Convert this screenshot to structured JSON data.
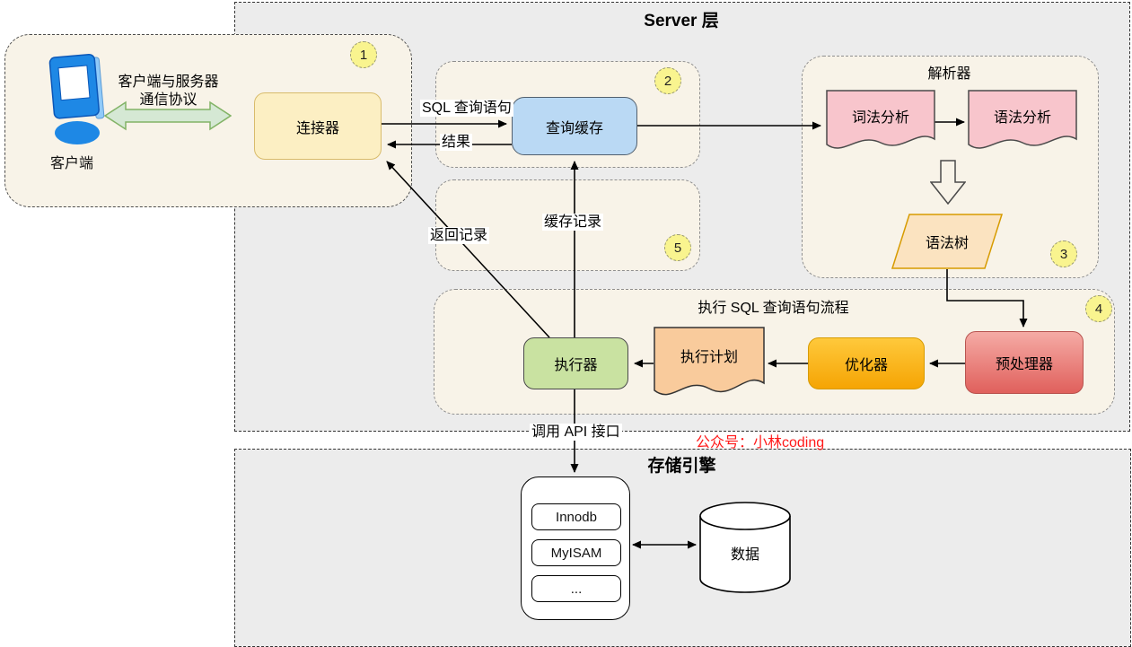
{
  "server": {
    "title": "Server 层"
  },
  "client_area": {
    "client_label": "客户端",
    "protocol_line1": "客户端与服务器",
    "protocol_line2": "通信协议",
    "badge": "1"
  },
  "nodes": {
    "connector": "连接器",
    "query_cache": "查询缓存",
    "lexical_analysis": "词法分析",
    "syntax_analysis": "语法分析",
    "syntax_tree": "语法树",
    "executor": "执行器",
    "exec_plan": "执行计划",
    "optimizer": "优化器",
    "preprocessor": "预处理器"
  },
  "groups": {
    "query_cache_badge": "2",
    "parser": {
      "title": "解析器",
      "badge": "3"
    },
    "exec_flow": {
      "title": "执行 SQL 查询语句流程",
      "badge": "4"
    },
    "cache_record_badge": "5"
  },
  "edges": {
    "sql_query": "SQL 查询语句",
    "result": "结果",
    "cache_record": "缓存记录",
    "return_record": "返回记录",
    "call_api": "调用 API 接口"
  },
  "storage": {
    "title": "存储引擎",
    "engines": [
      "Innodb",
      "MyISAM",
      "..."
    ],
    "data_label": "数据"
  },
  "watermark": "公众号：小林coding",
  "colors": {
    "server_bg": "#ECECEC",
    "group_bg": "#F8F3E8",
    "connector_fill": "#FCEFC3",
    "query_cache_fill": "#BAD9F4",
    "executor_fill": "#C9E2A1",
    "exec_plan_fill": "#F9CB9C",
    "optimizer_fill": "#F5A403",
    "preprocessor_fill": "#E0605C",
    "analysis_doc_fill": "#F8C5CC",
    "syntax_tree_fill": "#FBE3C0",
    "badge_fill": "#F9F48F",
    "green_arrow_fill": "#D5E8D4",
    "watermark_red": "#FF1A1A"
  }
}
